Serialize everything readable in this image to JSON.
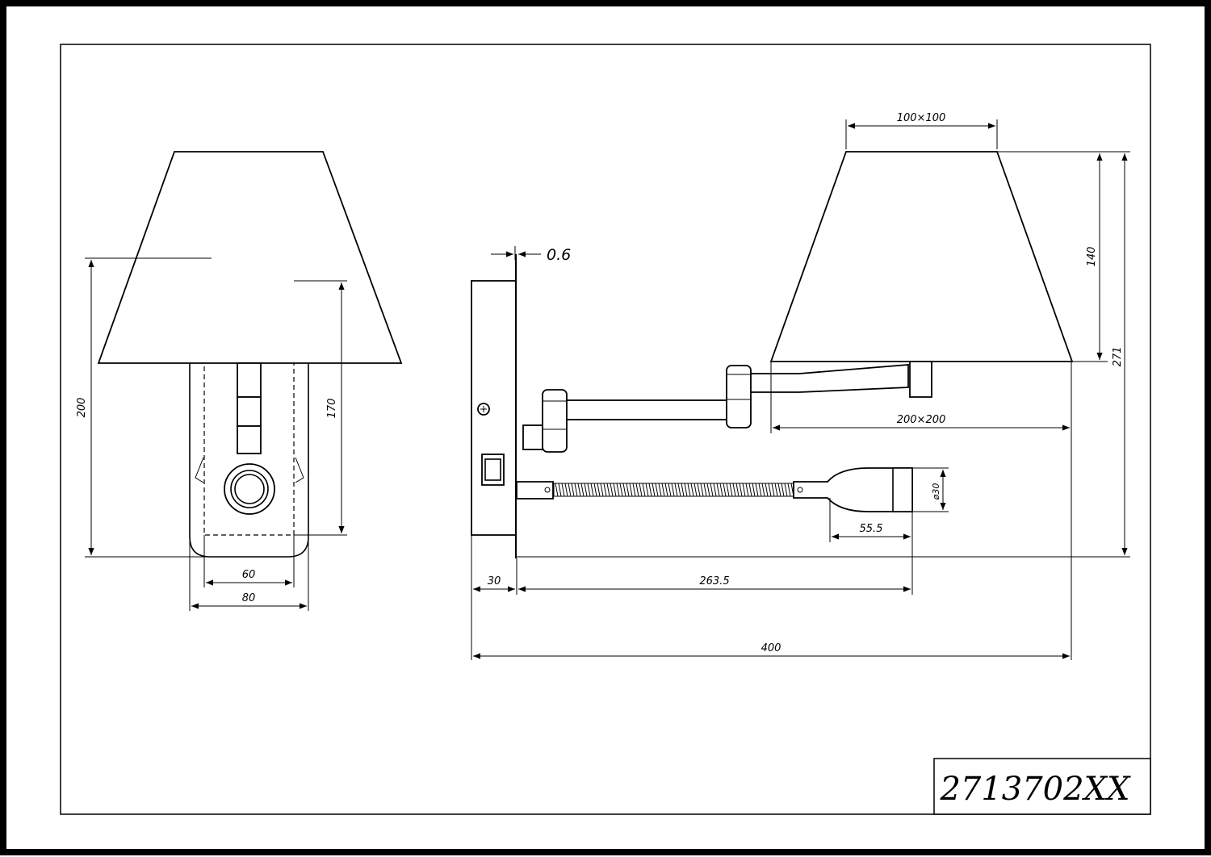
{
  "model_number": "2713702XX",
  "front_view": {
    "height_overall": "200",
    "height_backplate": "170",
    "width_inner": "60",
    "width_outer": "80"
  },
  "side_view": {
    "plate_thickness": "0.6",
    "shade_size": "100×100",
    "shade_height": "140",
    "total_height": "271",
    "arm_extension": "200×200",
    "reading_head_diameter": "ø30",
    "reading_head_length": "55.5",
    "base_depth": "30",
    "gooseneck_reach": "263.5",
    "total_depth": "400"
  }
}
